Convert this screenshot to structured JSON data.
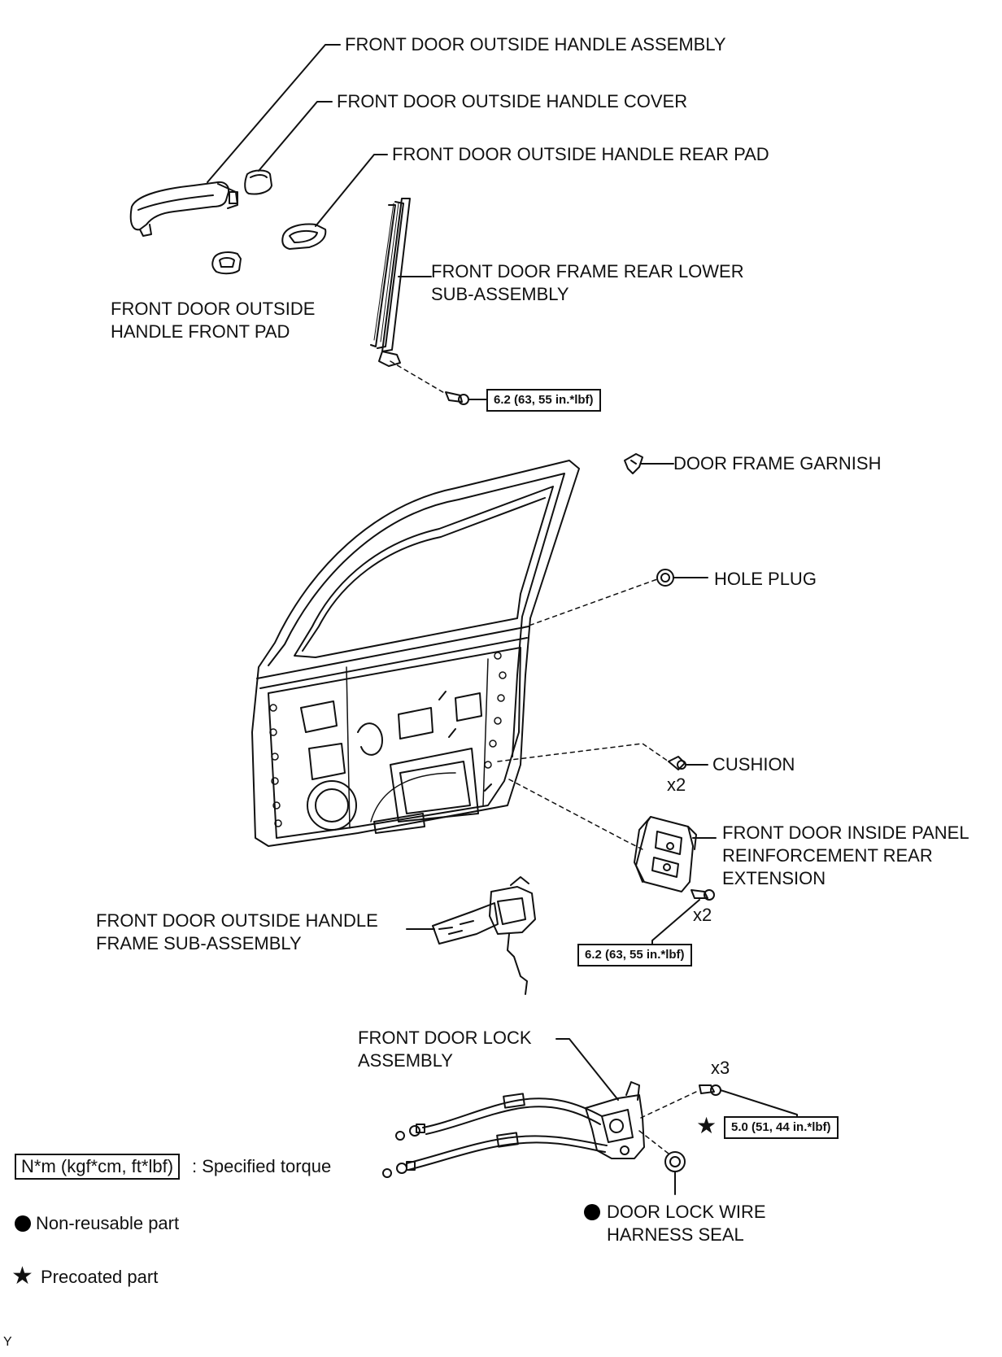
{
  "parts": {
    "handle_assembly": "FRONT DOOR OUTSIDE HANDLE ASSEMBLY",
    "handle_cover": "FRONT DOOR OUTSIDE HANDLE COVER",
    "handle_rear_pad": "FRONT DOOR OUTSIDE HANDLE REAR PAD",
    "frame_rear_lower_1": "FRONT DOOR FRAME REAR LOWER",
    "frame_rear_lower_2": "SUB-ASSEMBLY",
    "handle_front_pad_1": "FRONT DOOR OUTSIDE",
    "handle_front_pad_2": "HANDLE FRONT PAD",
    "door_frame_garnish": "DOOR FRAME GARNISH",
    "hole_plug": "HOLE PLUG",
    "cushion": "CUSHION",
    "inside_panel_1": "FRONT DOOR INSIDE PANEL",
    "inside_panel_2": "REINFORCEMENT REAR",
    "inside_panel_3": "EXTENSION",
    "handle_frame_1": "FRONT DOOR OUTSIDE HANDLE",
    "handle_frame_2": "FRAME SUB-ASSEMBLY",
    "door_lock_1": "FRONT DOOR LOCK",
    "door_lock_2": "ASSEMBLY",
    "wire_seal_1": "DOOR LOCK WIRE",
    "wire_seal_2": "HARNESS SEAL"
  },
  "torques": {
    "frame_bolt": "6.2 (63, 55 in.*lbf)",
    "extension_bolt": "6.2 (63, 55 in.*lbf)",
    "lock_screw": "5.0 (51, 44 in.*lbf)"
  },
  "quantities": {
    "cushion": "x2",
    "extension_bolt": "x2",
    "lock_screw": "x3"
  },
  "legend": {
    "torque_box": "N*m (kgf*cm, ft*lbf)",
    "torque_text": ": Specified torque",
    "non_reusable": "Non-reusable part",
    "precoated": "Precoated part"
  },
  "corner_code": "Y"
}
